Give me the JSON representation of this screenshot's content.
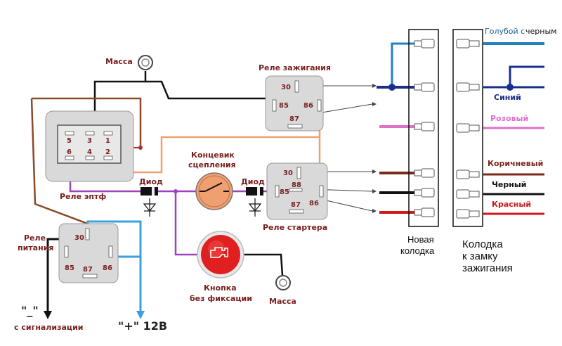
{
  "relays": {
    "ignition": {
      "title": "Реле зажигания",
      "pins": [
        "30",
        "85",
        "86",
        "87"
      ]
    },
    "starter": {
      "title": "Реле стартера",
      "pins": [
        "30",
        "85",
        "88",
        "86",
        "87"
      ]
    },
    "eptf": {
      "title": "Реле эптф",
      "pins": [
        "5",
        "3",
        "1",
        "6",
        "4",
        "2"
      ]
    },
    "power": {
      "title": "Реле\nпитания",
      "title_lines": [
        "Реле",
        "питания"
      ],
      "pins": [
        "30",
        "85",
        "87",
        "86"
      ]
    }
  },
  "labels": {
    "ground_top": "Масса",
    "ground_bottom": "Масса",
    "clutch_switch": [
      "Концевик",
      "сцепления"
    ],
    "diode_left": "Диод",
    "diode_right": "Диод",
    "button": [
      "Кнопка",
      "без фиксации"
    ],
    "minus": "\"_\"",
    "minus_caption": "с сигнализации",
    "plus": "\"+\" 12В"
  },
  "connectors": {
    "new_block": [
      "Новая",
      "колодка"
    ],
    "ignition_block": [
      "Колодка",
      "к замку",
      "зажигания"
    ]
  },
  "wires": {
    "blue_black": {
      "label": "Голубой с черным",
      "label_parts": [
        "Голубой с",
        "черным"
      ],
      "color": "#1f7fbf",
      "label_color": "#1f5f8f"
    },
    "blue": {
      "label": "Синий",
      "color": "#1a2f8c"
    },
    "pink": {
      "label": "Розовый",
      "color": "#e070c8"
    },
    "brown": {
      "label": "Коричневый",
      "color": "#7a2a1a"
    },
    "black": {
      "label": "Черный",
      "color": "#000000"
    },
    "red": {
      "label": "Красный",
      "color": "#d01818"
    }
  },
  "colors": {
    "relay_fill": "#d9d9d9",
    "label_red": "#7a1f1f",
    "purple_wire": "#a040c0",
    "orange_wire": "#f0a070",
    "light_blue_wire": "#3aa0e0",
    "button_red": "#e02020"
  }
}
